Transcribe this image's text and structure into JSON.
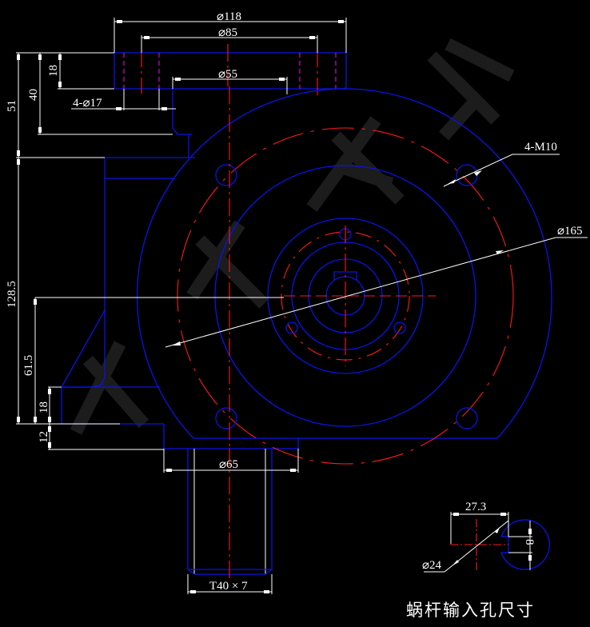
{
  "drawing": {
    "type": "Worm gear reducer housing — engineering drawing",
    "colors": {
      "background": "#000000",
      "outline": "#0a14e6",
      "centerline": "#ff1a1a",
      "dimension": "#ffffff",
      "hidden": "#e600e6"
    },
    "dimensions": {
      "flange_outer_dia": "⌀118",
      "flange_bolt_circle": "⌀85",
      "flange_spigot_dia": "⌀55",
      "flange_holes": "4-⌀17",
      "flange_thickness": "18",
      "flange_to_step": "40",
      "flange_to_base_top": "51",
      "body_height": "128.5",
      "center_height": "61.5",
      "foot_height": "18",
      "base_plate": "12",
      "housing_dia": "⌀165",
      "tapped_holes": "4-M10",
      "output_shaft_dia": "⌀65",
      "thread": "T40 × 7"
    },
    "detail": {
      "width": "27.3",
      "bore_dia": "⌀24",
      "key_width": "8",
      "caption": "蜗杆输入孔尺寸"
    }
  }
}
